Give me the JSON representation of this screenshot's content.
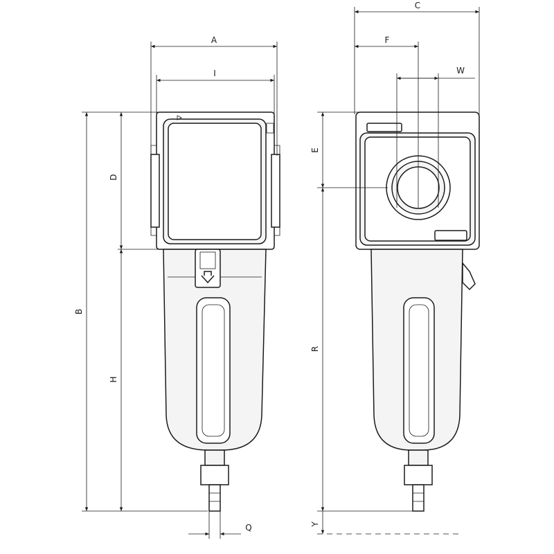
{
  "dimensions": {
    "A": "A",
    "I": "I",
    "C": "C",
    "F": "F",
    "W": "W",
    "B": "B",
    "D": "D",
    "H": "H",
    "E": "E",
    "R": "R",
    "Q": "Q",
    "Y": "Y"
  },
  "colors": {
    "line": "#1a1a1a",
    "body": "#f4f4f4",
    "background": "#ffffff"
  }
}
